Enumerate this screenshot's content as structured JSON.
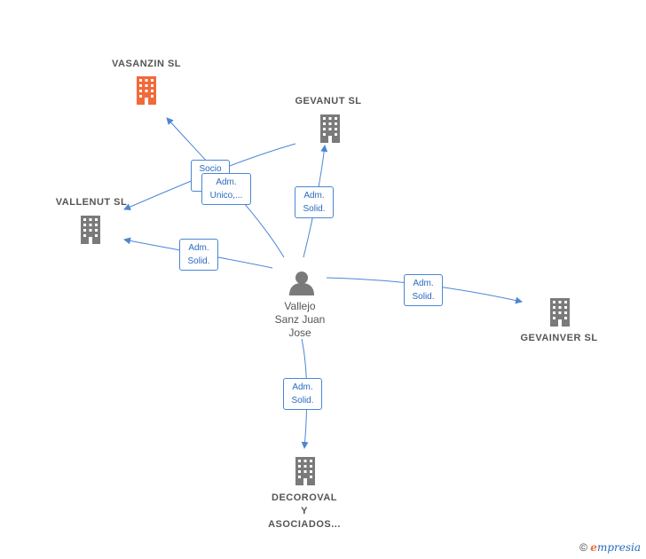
{
  "nodes": {
    "vasanzin": {
      "name": "VASANZIN  SL",
      "color": "#f26a3a"
    },
    "gevanut": {
      "name": "GEVANUT  SL",
      "color": "#7a7a7a"
    },
    "vallenut": {
      "name": "VALLENUT  SL",
      "color": "#7a7a7a"
    },
    "gevainver": {
      "name": "GEVAINVER  SL",
      "color": "#7a7a7a"
    },
    "decoroval": {
      "line1": "DECOROVAL",
      "line2": "Y",
      "line3": "ASOCIADOS...",
      "color": "#7a7a7a"
    },
    "person": {
      "line1": "Vallejo",
      "line2": "Sanz Juan",
      "line3": "Jose",
      "color": "#7a7a7a"
    }
  },
  "edges": {
    "socio": {
      "line1": "Socio",
      "line2": "Ú..."
    },
    "adm_unico": {
      "line1": "Adm.",
      "line2": "Unico,..."
    },
    "gevanut": {
      "line1": "Adm.",
      "line2": "Solid."
    },
    "vallenut": {
      "line1": "Adm.",
      "line2": "Solid."
    },
    "gevainver": {
      "line1": "Adm.",
      "line2": "Solid."
    },
    "decoroval": {
      "line1": "Adm.",
      "line2": "Solid."
    }
  },
  "colors": {
    "edge": "#4a86d4"
  },
  "footer": {
    "copyright": "©",
    "brand_e": "e",
    "brand_rest": "mpresia"
  }
}
